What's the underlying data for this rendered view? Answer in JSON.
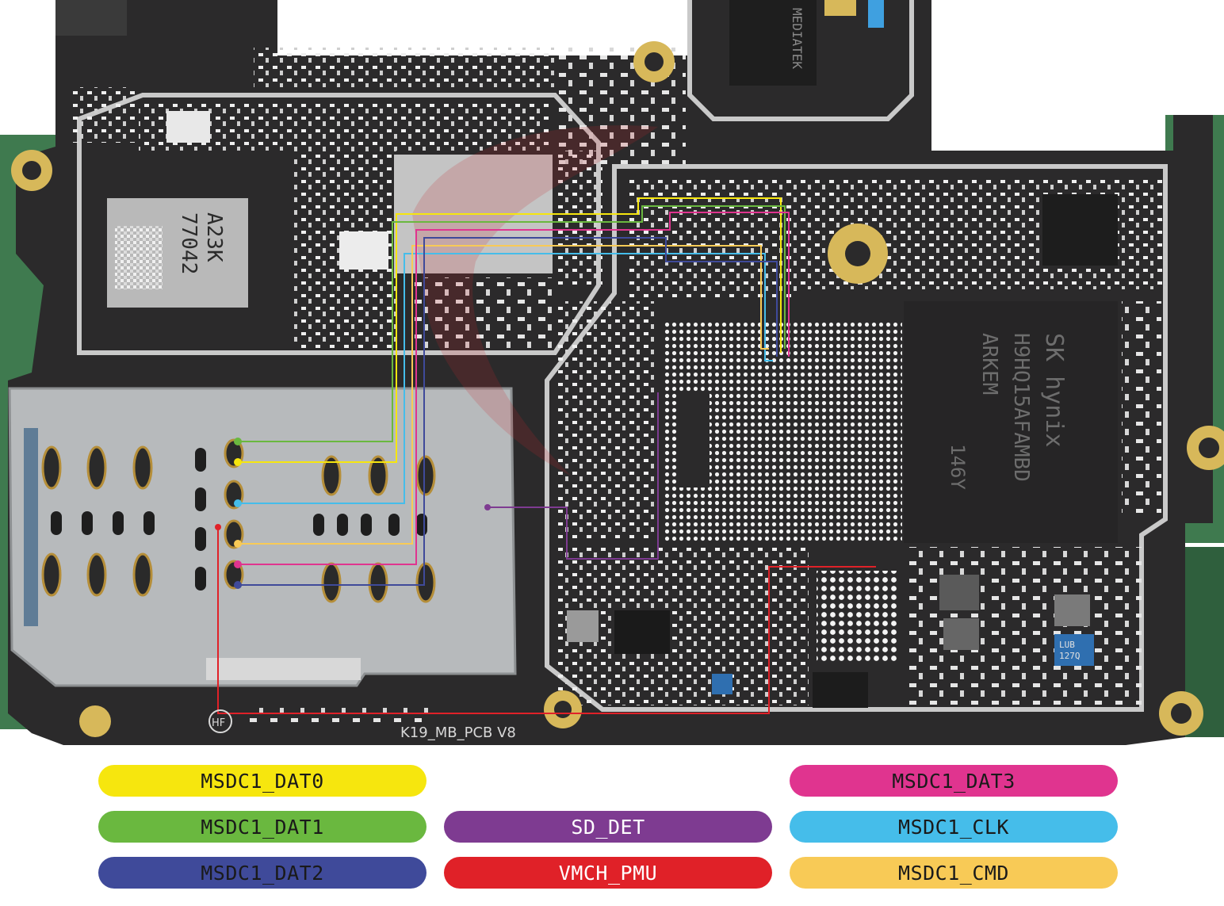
{
  "board": {
    "silkscreen_label": "K19_MB_PCB V8",
    "logo_text": "HF",
    "colors": {
      "pcb": "#2b2a2b",
      "pcb_dark": "#1f1e1f",
      "outline_silver": "#c9c9c9",
      "edge_green": "#3f7a4f",
      "pad_gold": "#c9a24a",
      "sim_tray": "#b9bcbe",
      "watermark": "#c9262c"
    },
    "chips": {
      "pmic_top_left": [
        "77042",
        "A23K"
      ],
      "memory_right": [
        "SK hynix",
        "H9HQ15AFAMBD",
        "ARKEM",
        "146Y"
      ],
      "mediatek_top": [
        "MEDIATEK"
      ],
      "inductor_label": [
        "LUB",
        "127Q"
      ]
    }
  },
  "legend": {
    "items": [
      {
        "label": "MSDC1_DAT0",
        "color": "#f6e60e",
        "text_color": "#1a1a1a"
      },
      {
        "label": "MSDC1_DAT3",
        "color": "#e0348f",
        "text_color": "#1a1a1a"
      },
      {
        "label": "MSDC1_DAT1",
        "color": "#6ab83f",
        "text_color": "#1a1a1a"
      },
      {
        "label": "SD_DET",
        "color": "#7e3b91",
        "text_color": "#ffffff"
      },
      {
        "label": "MSDC1_CLK",
        "color": "#45bdea",
        "text_color": "#1a1a1a"
      },
      {
        "label": "MSDC1_DAT2",
        "color": "#3f4a9a",
        "text_color": "#1a1a1a"
      },
      {
        "label": "VMCH_PMU",
        "color": "#e02128",
        "text_color": "#ffffff"
      },
      {
        "label": "MSDC1_CMD",
        "color": "#f8ca56",
        "text_color": "#1a1a1a"
      }
    ]
  }
}
